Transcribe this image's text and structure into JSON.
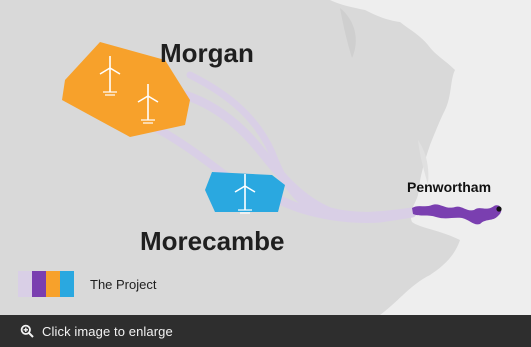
{
  "map": {
    "labels": {
      "morgan": "Morgan",
      "morecambe": "Morecambe",
      "penwortham": "Penwortham"
    },
    "legend": {
      "label": "The Project",
      "swatch_colors": [
        "#d9cfe6",
        "#7a3fb0",
        "#f7a12b",
        "#2aa8e0"
      ]
    },
    "colors": {
      "sea": "#d9d9d9",
      "land": "#eeeeee",
      "morgan_area": "#f7a12b",
      "morecambe_area": "#2aa8e0",
      "cable_corridor": "#d9cfe6",
      "onshore_route": "#7a3fb0",
      "substation": "#111111"
    },
    "icons": [
      "wind-turbine-icon",
      "substation-marker"
    ]
  },
  "caption": {
    "text": "Click image to enlarge",
    "icon": "zoom-in-icon"
  }
}
